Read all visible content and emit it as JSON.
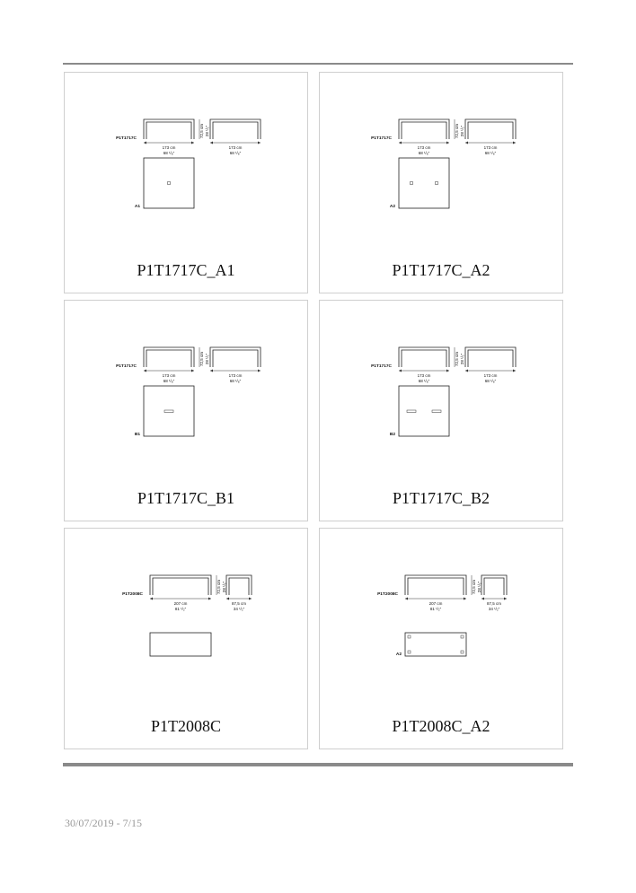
{
  "cards": [
    {
      "title": "P1T1717C_A1",
      "model": "P1T1717C",
      "variant": "A1",
      "width_cm": "173 cm",
      "width_in": "68 ¹/₈\"",
      "depth_cm": "173 cm",
      "depth_in": "68 ¹/₈\"",
      "height_cm": "72,5 cm",
      "height_in": "28 ¹/₂\"",
      "layout": "square",
      "inserts": "dot-center"
    },
    {
      "title": "P1T1717C_A2",
      "model": "P1T1717C",
      "variant": "A2",
      "width_cm": "173 cm",
      "width_in": "68 ¹/₈\"",
      "depth_cm": "173 cm",
      "depth_in": "68 ¹/₈\"",
      "height_cm": "72,5 cm",
      "height_in": "28 ¹/₂\"",
      "layout": "square",
      "inserts": "dots-two"
    },
    {
      "title": "P1T1717C_B1",
      "model": "P1T1717C",
      "variant": "B1",
      "width_cm": "173 cm",
      "width_in": "68 ¹/₈\"",
      "depth_cm": "173 cm",
      "depth_in": "68 ¹/₈\"",
      "height_cm": "72,5 cm",
      "height_in": "28 ¹/₂\"",
      "layout": "square",
      "inserts": "slot-center"
    },
    {
      "title": "P1T1717C_B2",
      "model": "P1T1717C",
      "variant": "B2",
      "width_cm": "173 cm",
      "width_in": "68 ¹/₈\"",
      "depth_cm": "173 cm",
      "depth_in": "68 ¹/₈\"",
      "height_cm": "72,5 cm",
      "height_in": "28 ¹/₂\"",
      "layout": "square",
      "inserts": "slots-two"
    },
    {
      "title": "P1T2008C",
      "model": "P1T2008C",
      "variant": "",
      "width_cm": "207 cm",
      "width_in": "81 ¹/₂\"",
      "depth_cm": "87,5 cm",
      "depth_in": "34 ¹/₂\"",
      "height_cm": "72,5 cm",
      "height_in": "28 ¹/₂\"",
      "layout": "rect",
      "inserts": "none"
    },
    {
      "title": "P1T2008C_A2",
      "model": "P1T2008C",
      "variant": "A2",
      "width_cm": "207 cm",
      "width_in": "81 ¹/₂\"",
      "depth_cm": "87,5 cm",
      "depth_in": "34 ¹/₂\"",
      "height_cm": "72,5 cm",
      "height_in": "28 ¹/₂\"",
      "layout": "rect",
      "inserts": "corner-dots"
    }
  ],
  "footer": {
    "date_page": "30/07/2019 - 7/15"
  }
}
